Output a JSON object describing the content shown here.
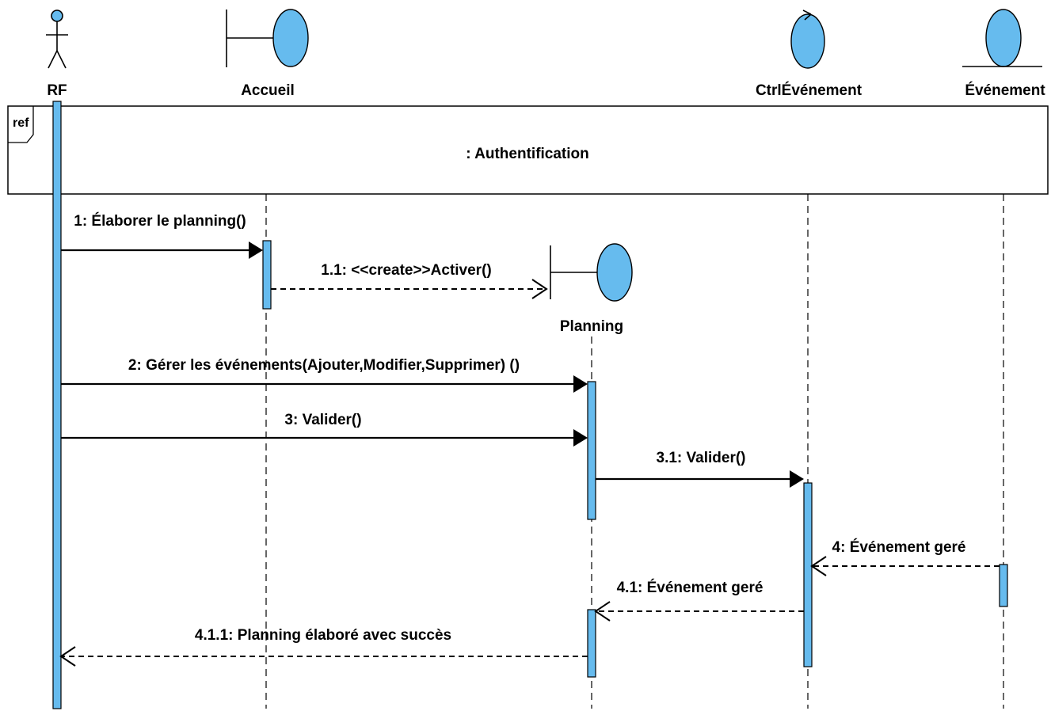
{
  "participants": {
    "rf": "RF",
    "accueil": "Accueil",
    "planning": "Planning",
    "ctrl": "CtrlÉvénement",
    "evenement": "Événement"
  },
  "ref_frame": {
    "tag": "ref",
    "label": ": Authentification"
  },
  "messages": [
    {
      "label": "1: Élaborer le planning()"
    },
    {
      "label": "1.1: <<create>>Activer()"
    },
    {
      "label": "2: Gérer les événements(Ajouter,Modifier,Supprimer) ()"
    },
    {
      "label": "3: Valider()"
    },
    {
      "label": "3.1: Valider()"
    },
    {
      "label": "4: Événement geré"
    },
    {
      "label": "4.1: Événement geré"
    },
    {
      "label": "4.1.1: Planning élaboré avec succès"
    }
  ],
  "colors": {
    "object_fill": "#66bbee",
    "line": "#000000"
  }
}
